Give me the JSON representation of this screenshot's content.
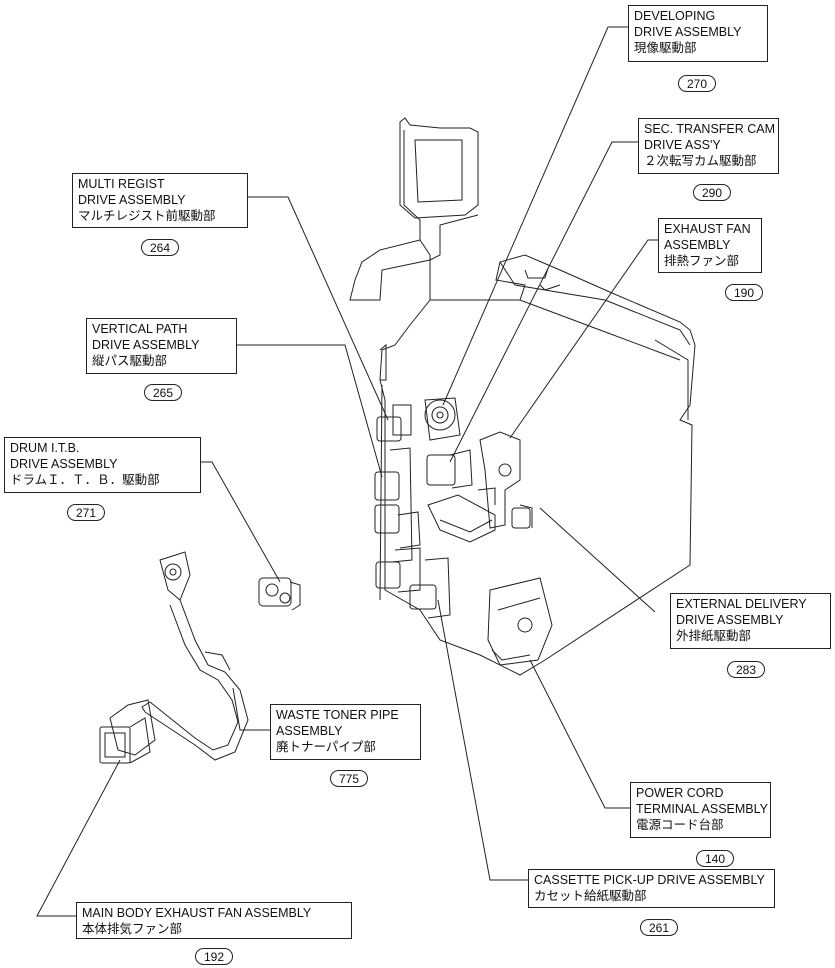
{
  "parts": [
    {
      "id": "developing",
      "lines": [
        "DEVELOPING",
        "DRIVE ASSEMBLY",
        "現像駆動部"
      ],
      "ref": "270"
    },
    {
      "id": "sec-transfer-cam",
      "lines": [
        "SEC. TRANSFER CAM",
        "DRIVE ASS'Y",
        "２次転写カム駆動部"
      ],
      "ref": "290"
    },
    {
      "id": "multi-regist",
      "lines": [
        "MULTI REGIST",
        "DRIVE ASSEMBLY",
        "マルチレジスト前駆動部"
      ],
      "ref": "264"
    },
    {
      "id": "exhaust-fan",
      "lines": [
        "EXHAUST FAN",
        "ASSEMBLY",
        "排熱ファン部"
      ],
      "ref": "190"
    },
    {
      "id": "vertical-path",
      "lines": [
        "VERTICAL PATH",
        "DRIVE ASSEMBLY",
        "縦パス駆動部"
      ],
      "ref": "265"
    },
    {
      "id": "drum-itb",
      "lines": [
        "DRUM I.T.B.",
        "DRIVE ASSEMBLY",
        "ドラムＩ．Ｔ．Ｂ．駆動部"
      ],
      "ref": "271"
    },
    {
      "id": "external-delivery",
      "lines": [
        "EXTERNAL DELIVERY",
        "DRIVE ASSEMBLY",
        "外排紙駆動部"
      ],
      "ref": "283"
    },
    {
      "id": "waste-toner-pipe",
      "lines": [
        "WASTE TONER PIPE",
        "ASSEMBLY",
        "廃トナーパイプ部"
      ],
      "ref": "775"
    },
    {
      "id": "power-cord-terminal",
      "lines": [
        "POWER CORD",
        "TERMINAL ASSEMBLY",
        "電源コード台部"
      ],
      "ref": "140"
    },
    {
      "id": "cassette-pickup",
      "lines": [
        "CASSETTE PICK-UP DRIVE ASSEMBLY",
        "カセット給紙駆動部"
      ],
      "ref": "261"
    },
    {
      "id": "main-body-exhaust-fan",
      "lines": [
        "MAIN BODY EXHAUST FAN ASSEMBLY",
        "本体排気ファン部"
      ],
      "ref": "192"
    }
  ]
}
